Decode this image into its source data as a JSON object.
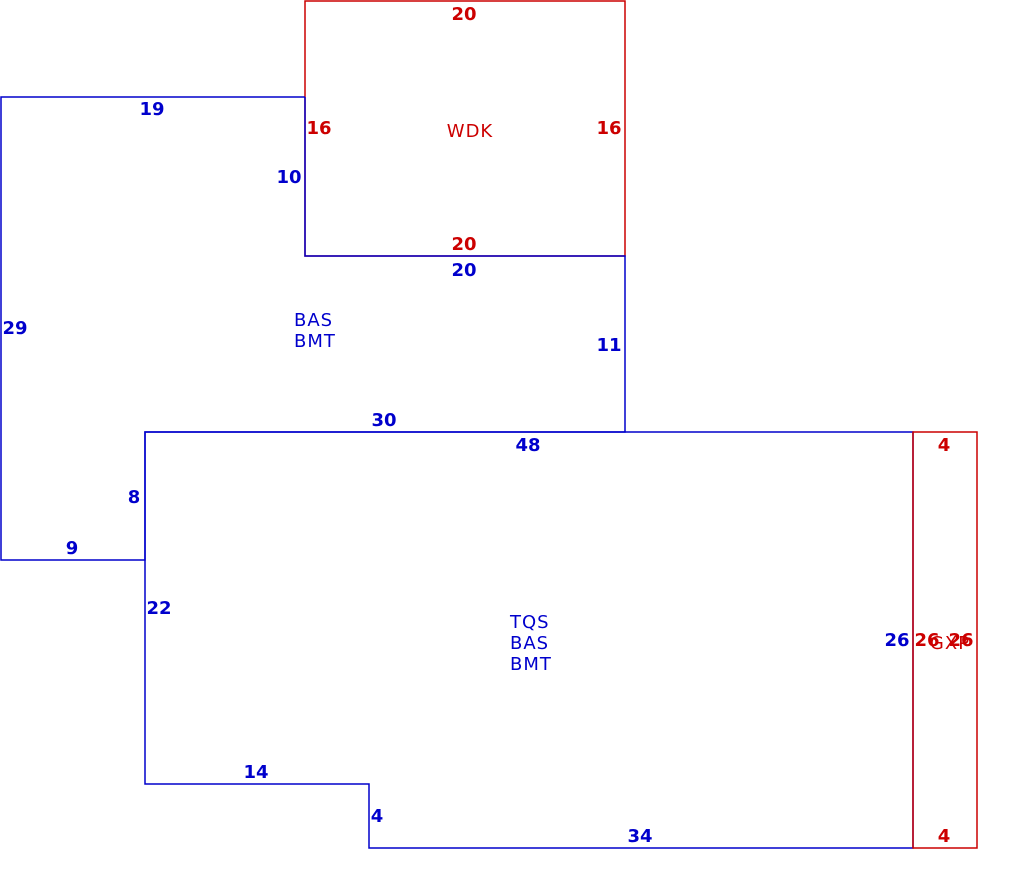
{
  "colors": {
    "blue": "#0000cc",
    "red": "#cc0000",
    "background": "#ffffff"
  },
  "areas": {
    "wdk": {
      "name": "WDK",
      "top": "20",
      "bottom": "20",
      "left": "16",
      "right": "16"
    },
    "bas_upper": {
      "line1": "BAS",
      "line2": "BMT",
      "top": "19",
      "left": "29",
      "inner_left": "10",
      "under_wdk": "20",
      "right": "11",
      "step_top": "30",
      "step_side": "8",
      "bottom": "9"
    },
    "tqs": {
      "line1": "TQS",
      "line2": "BAS",
      "line3": "BMT",
      "top": "48",
      "left": "22",
      "right": "26",
      "notch_top": "14",
      "notch_side": "4",
      "bottom": "34"
    },
    "gxp": {
      "name": "GXP",
      "top": "4",
      "bottom": "4",
      "left": "26",
      "right": "26"
    }
  }
}
